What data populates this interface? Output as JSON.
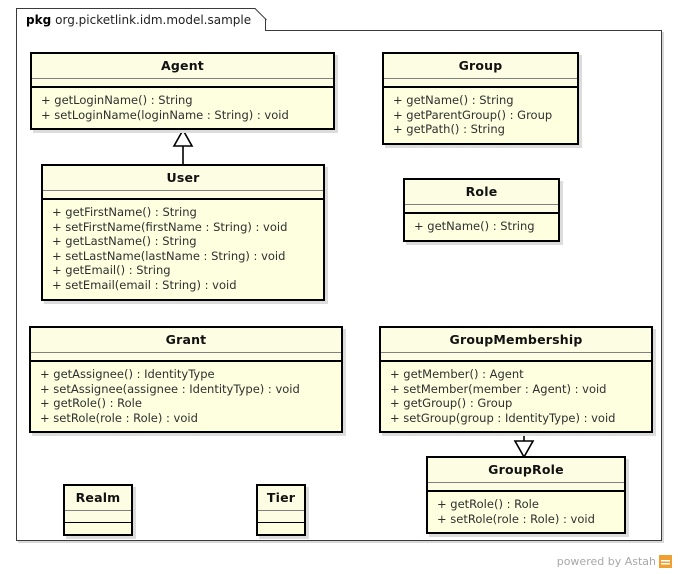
{
  "diagram": {
    "type": "uml-class-diagram",
    "tool_watermark": "powered by Astah",
    "package": {
      "keyword": "pkg",
      "name": "org.picketlink.idm.model.sample"
    },
    "colors": {
      "class_fill": "#FEFFE8",
      "class_border": "#000000",
      "frame_border": "#3A3A3A",
      "shadow": "#DCDCDC",
      "watermark_accent": "#F0A030"
    },
    "classes": [
      {
        "id": "agent",
        "name": "Agent",
        "attributes": [],
        "operations": [
          "+ getLoginName() : String",
          "+ setLoginName(loginName : String) : void"
        ]
      },
      {
        "id": "group",
        "name": "Group",
        "attributes": [],
        "operations": [
          "+ getName() : String",
          "+ getParentGroup() : Group",
          "+ getPath() : String"
        ]
      },
      {
        "id": "user",
        "name": "User",
        "attributes": [],
        "operations": [
          "+ getFirstName() : String",
          "+ setFirstName(firstName : String) : void",
          "+ getLastName() : String",
          "+ setLastName(lastName : String) : void",
          "+ getEmail() : String",
          "+ setEmail(email : String) : void"
        ]
      },
      {
        "id": "role",
        "name": "Role",
        "attributes": [],
        "operations": [
          "+ getName() : String"
        ]
      },
      {
        "id": "grant",
        "name": "Grant",
        "attributes": [],
        "operations": [
          "+ getAssignee() : IdentityType",
          "+ setAssignee(assignee : IdentityType) : void",
          "+ getRole() : Role",
          "+ setRole(role : Role) : void"
        ]
      },
      {
        "id": "groupmembership",
        "name": "GroupMembership",
        "attributes": [],
        "operations": [
          "+ getMember() : Agent",
          "+ setMember(member : Agent) : void",
          "+ getGroup() : Group",
          "+ setGroup(group : IdentityType) : void"
        ]
      },
      {
        "id": "grouprole",
        "name": "GroupRole",
        "attributes": [],
        "operations": [
          "+ getRole() : Role",
          "+ setRole(role : Role) : void"
        ]
      },
      {
        "id": "realm",
        "name": "Realm",
        "attributes": [],
        "operations": []
      },
      {
        "id": "tier",
        "name": "Tier",
        "attributes": [],
        "operations": []
      }
    ],
    "relationships": [
      {
        "id": "user-agent",
        "kind": "generalization",
        "from": "User",
        "to": "Agent"
      },
      {
        "id": "grouprole-groupmembership",
        "kind": "generalization",
        "from": "GroupRole",
        "to": "GroupMembership"
      }
    ]
  }
}
